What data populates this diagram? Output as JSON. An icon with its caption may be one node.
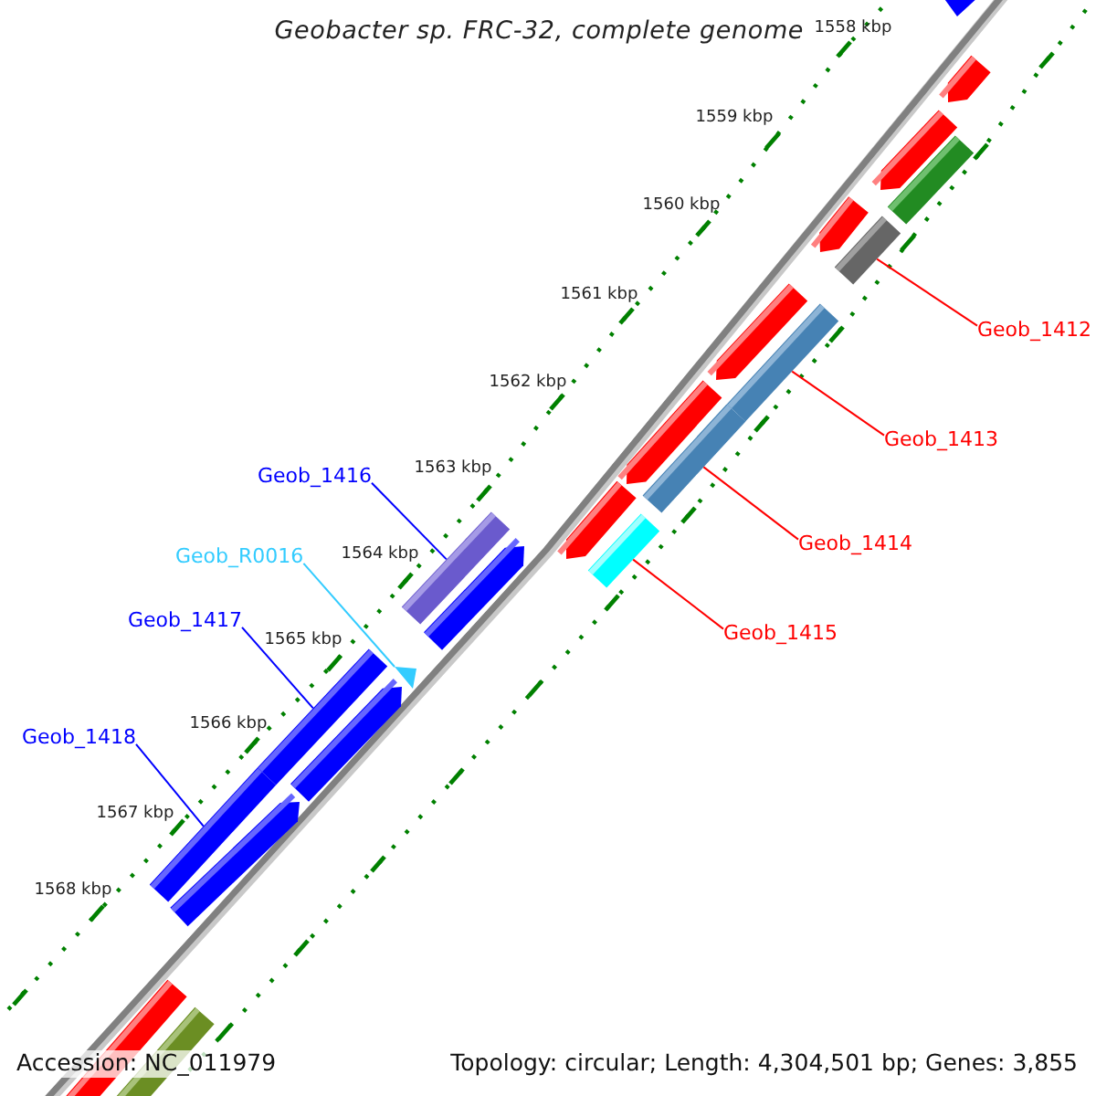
{
  "diagram": {
    "title": "Geobacter sp. FRC-32, complete genome",
    "nodes": [
      {
        "text": [
          "Geob_1412"
        ]
      },
      {
        "text": [
          "Geob_1413"
        ]
      },
      {
        "text": [
          "Geob_1414"
        ]
      },
      {
        "text": [
          "Geob_1415"
        ]
      },
      {
        "text": [
          "Geob_1416"
        ]
      },
      {
        "text": [
          "Geob_R0016"
        ]
      },
      {
        "text": [
          "Geob_1417"
        ]
      },
      {
        "text": [
          "Geob_1418"
        ]
      },
      {
        "text": [],
        "shape": "bar"
      },
      {
        "text": [],
        "shape": "bar"
      },
      {
        "text": [],
        "shape": "bar"
      },
      {
        "text": [],
        "shape": "bar"
      },
      {
        "text": [],
        "shape": "bar"
      },
      {
        "text": [],
        "shape": "triangle"
      },
      {
        "text": [],
        "shape": "bar"
      },
      {
        "text": [],
        "shape": "bar"
      }
    ],
    "edges": [
      {
        "from": 0,
        "to": 8,
        "arrow": "none"
      },
      {
        "from": 1,
        "to": 9,
        "arrow": "none"
      },
      {
        "from": 2,
        "to": 10,
        "arrow": "none"
      },
      {
        "from": 3,
        "to": 11,
        "arrow": "none"
      },
      {
        "from": 4,
        "to": 12,
        "arrow": "none",
        "color": "#0000ff"
      },
      {
        "from": 5,
        "to": 13,
        "arrow": "none",
        "color": "#33ccff"
      },
      {
        "from": 6,
        "to": 14,
        "arrow": "none",
        "color": "#0000ff"
      },
      {
        "from": 7,
        "to": 15,
        "arrow": "none",
        "color": "#0000ff"
      }
    ],
    "labels": [
      "1558 kbp",
      "1559 kbp",
      "1560 kbp",
      "1561 kbp",
      "1562 kbp",
      "1563 kbp",
      "1564 kbp",
      "1565 kbp",
      "1566 kbp",
      "1567 kbp",
      "1568 kbp",
      "Accession: NC_011979",
      "Topology: circular; Length: 4,304,501 bp; Genes: 3,855"
    ]
  }
}
